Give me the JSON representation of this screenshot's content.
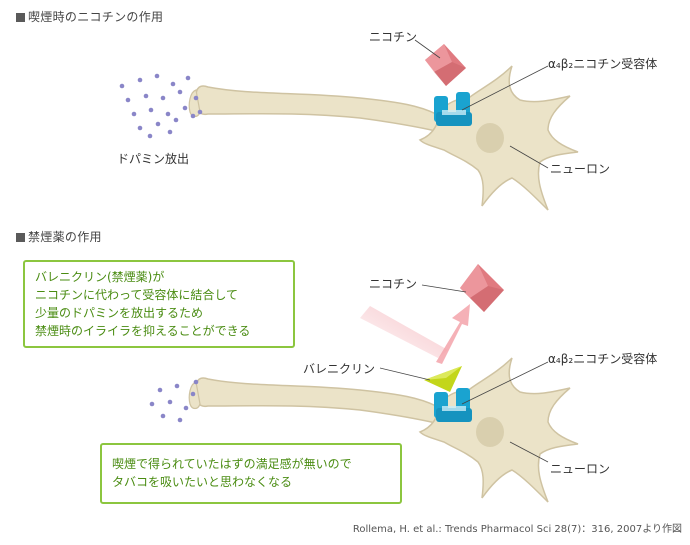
{
  "section1": {
    "heading": "喫煙時のニコチンの作用",
    "labels": {
      "nicotine": "ニコチン",
      "receptor": "α₄β₂ニコチン受容体",
      "dopamine": "ドパミン放出",
      "neuron": "ニューロン"
    }
  },
  "section2": {
    "heading": "禁煙薬の作用",
    "labels": {
      "nicotine": "ニコチン",
      "varenicline": "バレニクリン",
      "receptor": "α₄β₂ニコチン受容体",
      "neuron": "ニューロン"
    },
    "note_top": [
      "バレニクリン(禁煙薬)が",
      "ニコチンに代わって受容体に結合して",
      "少量のドパミンを放出するため",
      "禁煙時のイライラを抑えることができる"
    ],
    "note_bottom": [
      "喫煙で得られていたはずの満足感が無いので",
      "タバコを吸いたいと思わなくなる"
    ]
  },
  "source": "Rollema, H. et al.: Trends Pharmacol Sci 28(7)：316, 2007より作図",
  "colors": {
    "neuron_fill": "#ebe3c8",
    "neuron_stroke": "#cfc3a2",
    "nicotine": "#e07a80",
    "varenicline": "#c3d61a",
    "receptor": "#1aa3d0",
    "note_border": "#8cc63f",
    "note_text": "#4a8c12",
    "dot": "#8a86c8"
  }
}
